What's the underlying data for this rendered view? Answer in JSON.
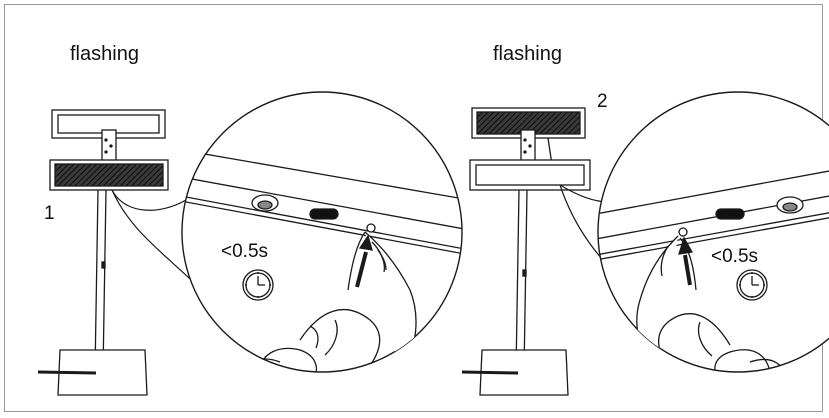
{
  "panels": [
    {
      "step": "1",
      "status": "flashing",
      "press_time": "<0.5s",
      "icons": [
        "solar-lamp-icon",
        "clock-icon",
        "finger-press-icon"
      ]
    },
    {
      "step": "2",
      "status": "flashing",
      "press_time": "<0.5s",
      "icons": [
        "solar-lamp-icon",
        "clock-icon",
        "finger-press-icon"
      ]
    }
  ],
  "colors": {
    "line": "#1a1a1a",
    "frame": "#9a9a9a",
    "panel_fill": "#2a2a2a",
    "background": "#ffffff"
  }
}
